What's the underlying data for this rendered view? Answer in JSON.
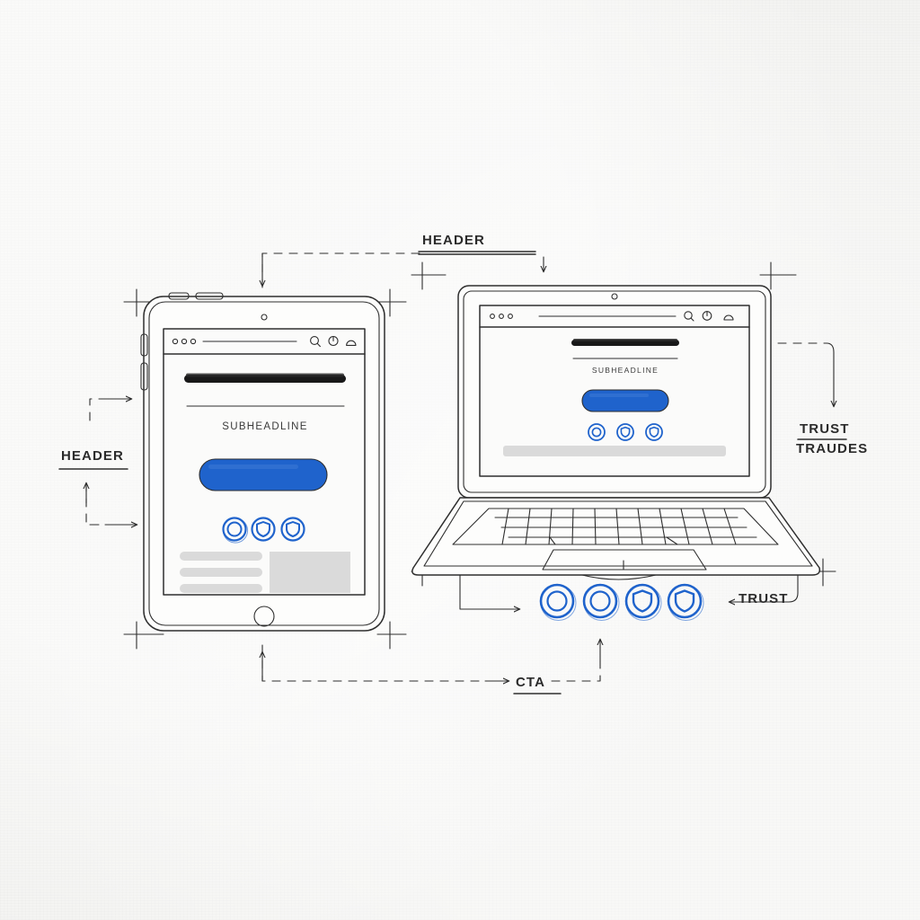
{
  "scene": {
    "title": "Responsive landing page wireframe sketch",
    "background_color": "#f2f2f0",
    "ink_color": "#2e2e2e",
    "accent_color": "#1f63cc",
    "placeholder_color": "#dadada"
  },
  "annotations": {
    "header_top": {
      "label": "HEADER",
      "underlined": true
    },
    "header_left": {
      "label": "HEADER",
      "underlined": true
    },
    "trust_right_line1": {
      "label": "TRUST",
      "underlined": true
    },
    "trust_right_line2": {
      "label": "TRAUDES",
      "underlined": false
    },
    "trust_bottom": {
      "label": "TRUST",
      "underlined": false
    },
    "cta_bottom": {
      "label": "CTA",
      "underlined": true
    }
  },
  "tablet": {
    "device_name": "tablet",
    "browser_chrome": {
      "dots": [
        "dot-1",
        "dot-2",
        "dot-3"
      ],
      "url_bar_value": "",
      "icons": [
        "search-icon",
        "circle-icon",
        "cloud-icon"
      ]
    },
    "headline_bar": "headline-placeholder",
    "divider_rule": "rule",
    "subheadline": "SUBHEADLINE",
    "cta_button": {
      "label": "",
      "color": "#1f63cc"
    },
    "trust_badges": [
      "circle-badge-icon",
      "shield-badge-icon",
      "shield-badge-icon"
    ],
    "content_bars": [
      "bar-1",
      "bar-2",
      "bar-3"
    ],
    "content_block": "image-placeholder",
    "home_button": "home-button"
  },
  "laptop": {
    "device_name": "laptop",
    "browser_chrome": {
      "dots": [
        "dot-1",
        "dot-2",
        "dot-3"
      ],
      "url_bar_value": "",
      "icons": [
        "search-icon",
        "circle-icon",
        "cloud-icon"
      ]
    },
    "headline_bar": "headline-placeholder",
    "divider_rule": "rule",
    "subheadline": "SUBHEADLINE",
    "cta_button": {
      "label": "",
      "color": "#1f63cc"
    },
    "trust_badges": [
      "circle-badge-icon",
      "shield-badge-icon",
      "shield-badge-icon"
    ],
    "content_bar": "footer-placeholder",
    "keyboard": "keyboard",
    "trackpad": "trackpad",
    "camera": "camera-dot"
  },
  "badge_row": {
    "badges": [
      "circle-badge-icon",
      "circle-badge-icon",
      "shield-badge-icon",
      "shield-badge-icon"
    ]
  }
}
